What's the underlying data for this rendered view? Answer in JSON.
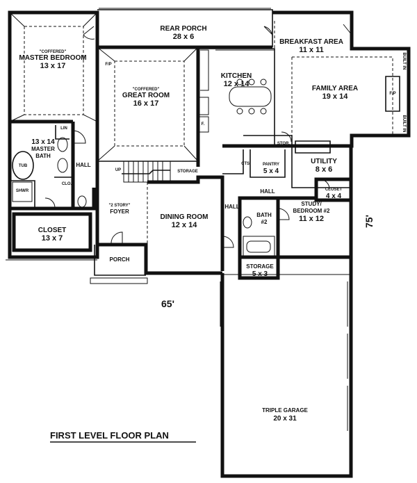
{
  "title": "FIRST LEVEL FLOOR PLAN",
  "dimensions": {
    "width": "65'",
    "depth": "75'"
  },
  "rooms": {
    "rear_porch": {
      "name": "REAR PORCH",
      "size": "28 x 6"
    },
    "breakfast": {
      "name": "BREAKFAST AREA",
      "size": "11 x 11"
    },
    "master_bedroom": {
      "note": "\"COFFERED\"",
      "name": "MASTER BEDROOM",
      "size": "13 x 17"
    },
    "great_room": {
      "note": "\"COFFERED\"",
      "name": "GREAT ROOM",
      "size": "16 x 17"
    },
    "kitchen": {
      "name": "KITCHEN",
      "size": "12 x 14"
    },
    "family_area": {
      "name": "FAMILY AREA",
      "size": "19 x 14"
    },
    "master_bath": {
      "size": "13 x 14",
      "name_line1": "MASTER",
      "name_line2": "BATH"
    },
    "foyer": {
      "note": "\"2 STORY\"",
      "name": "FOYER"
    },
    "dining_room": {
      "name": "DINING ROOM",
      "size": "12 x 14"
    },
    "closet_master": {
      "name": "CLOSET",
      "size": "13 x 7"
    },
    "porch": {
      "name": "PORCH"
    },
    "pantry": {
      "name": "PANTRY",
      "size": "5 x 4"
    },
    "utility": {
      "name": "UTILITY",
      "size": "8 x 6"
    },
    "closet_small": {
      "name": "CLOSET",
      "size": "4 x 4"
    },
    "bath2": {
      "name": "BATH",
      "size": "#2"
    },
    "study": {
      "name_line1": "STUDY/",
      "name_line2": "BEDROOM #2",
      "size": "11 x 12"
    },
    "storage_small": {
      "name": "STORAGE",
      "size": "5 x 3"
    },
    "garage": {
      "name": "TRIPLE GARAGE",
      "size": "20 x 31"
    }
  },
  "labels": {
    "hall_master": "HALL",
    "hall_center": "HALL",
    "hall_kitchen": "HALL",
    "storage_stair": "STORAGE",
    "up": "UP",
    "fp_master": "F/P",
    "fp_family": "F/P",
    "lin": "LIN",
    "tub": "TUB",
    "shwr": "SHWR",
    "clo": "CLO.",
    "cts": "CTS.",
    "stor": "STOR.",
    "fridge": "F.",
    "built_in_top": "BUILT IN",
    "built_in_bottom": "BUILT IN"
  }
}
